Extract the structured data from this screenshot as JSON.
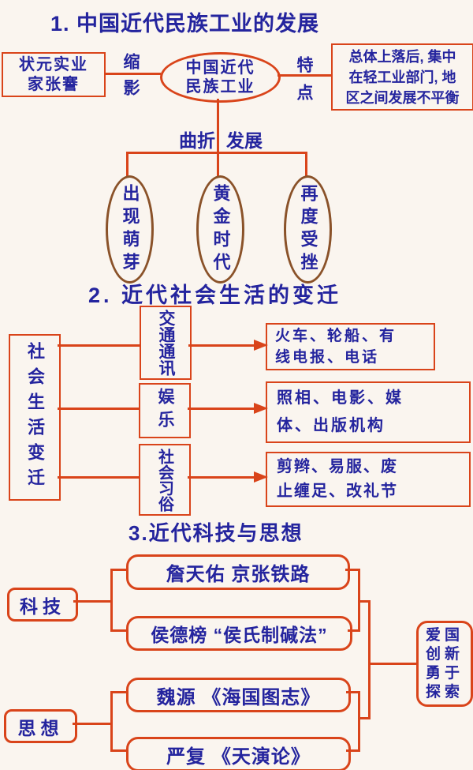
{
  "colors": {
    "line_red": "#d9441a",
    "ellipse_brown": "#8a5229",
    "text_navy": "#24249e",
    "background": "#faf5ef"
  },
  "section1": {
    "title": "1. 中国近代民族工业的发展",
    "zhangjian_box": {
      "lines": [
        "状元实业",
        "家张謇"
      ]
    },
    "suoying_label": "缩影",
    "center_ellipse": {
      "lines": [
        "中国近代",
        "民族工业"
      ]
    },
    "tedian_label": "特点",
    "features_box": {
      "lines": [
        "总体上落后, 集中",
        "在轻工业部门, 地",
        "区之间发展不平衡"
      ]
    },
    "quzhe_label": "曲折",
    "fazhan_label": "发展",
    "stage_ellipses": [
      "出现萌芽",
      "黄金时代",
      "再度受挫"
    ]
  },
  "section2": {
    "title": "2. 近代社会生活的变迁",
    "root_box": "社会生活变迁",
    "categories": [
      "交通通讯",
      "娱乐",
      "社会习俗"
    ],
    "details": [
      {
        "lines": [
          "火车、轮船、有",
          "线电报、电话"
        ]
      },
      {
        "lines": [
          "照相、电影、媒",
          "体、出版机构"
        ]
      },
      {
        "lines": [
          "剪辫、易服、废",
          "止缠足、改礼节"
        ]
      }
    ]
  },
  "section3": {
    "title": "3.近代科技与思想",
    "keji_label": "科技",
    "sixiang_label": "思想",
    "keji_items": [
      "詹天佑 京张铁路",
      "侯德榜 “侯氏制碱法”"
    ],
    "sixiang_items": [
      "魏源 《海国图志》",
      "严复 《天演论》"
    ],
    "spirit_box": {
      "lines": [
        "爱国",
        "创新",
        "勇于",
        "探索"
      ]
    }
  }
}
